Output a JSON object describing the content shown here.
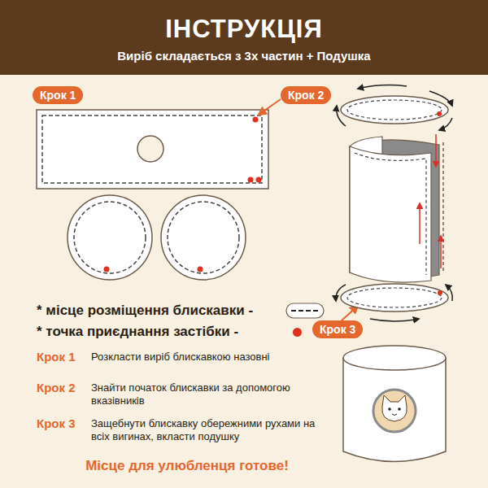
{
  "diagram": {
    "title": "ІНСТРУКЦІЯ",
    "nodes": [
      {
        "text": [
          "Крок 1"
        ]
      },
      {
        "text": [
          "Крок 2"
        ]
      },
      {
        "text": [
          "Крок 3"
        ]
      }
    ],
    "labels": [
      "Виріб складається з 3х частин + Подушка",
      "Крок 1",
      "Розкласти виріб блискавкою назовні",
      "Крок 2",
      "Знайти початок блискавки за допомогою вказівників",
      "Крок 3",
      "Защебнути блискавку обережними рухами на всіх вигинах, вкласти подушку",
      "Місце для улюбленця готове!"
    ],
    "legend": [
      {
        "text": "* місце розміщення блискавки -"
      },
      {
        "text": "* точка приєднання застібки -",
        "color": "#e0301e"
      }
    ]
  }
}
